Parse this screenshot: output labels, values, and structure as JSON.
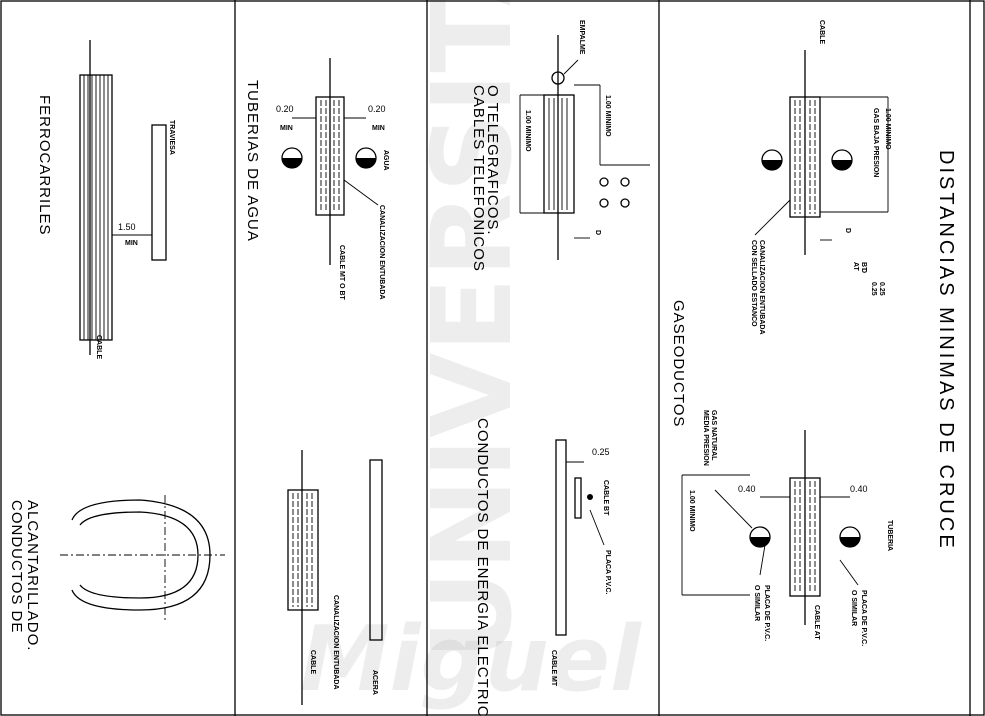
{
  "title": "DISTANCIAS MINIMAS DE CRUCE",
  "watermark": {
    "line1": "UNIVERSITAS",
    "line2": "Miguel"
  },
  "panels": {
    "ferrocarriles": {
      "label": "FERROCARRILES",
      "traviesa": "TRAVIESA",
      "dist": "1.50",
      "min": "MIN",
      "cable": "CABLE"
    },
    "alcantarillado": {
      "label1": "CONDUCTOS DE",
      "label2": "ALCANTARILLADO."
    },
    "agua": {
      "label": "TUBERIAS DE AGUA",
      "dist_left": "0.20",
      "dist_right": "0.20",
      "min_left": "MIN",
      "min_right": "MIN",
      "agua": "AGUA",
      "canalizacion": "CANALIZACION ENTUBADA",
      "cable": "CABLE MT O BT"
    },
    "acera": {
      "canalizacion": "CANALIZACION ENTUBADA",
      "cable": "CABLE",
      "acera": "ACERA"
    },
    "telefonicos": {
      "label1": "CABLES TELEFONICOS",
      "label2": "O TELEGRAFICOS.",
      "empalme": "EMPALME",
      "min_dist_right": "1.00 MINIMO",
      "min_dist_left": "1.00 MINIMO",
      "d": "D"
    },
    "energia": {
      "label": "CONDUCTOS DE ENERGIA ELECTRICA",
      "dist": "0.25",
      "cable_bt": "CABLE BT",
      "placa": "PLACA P.V.C.",
      "cable_mt": "CABLE MT"
    },
    "gas": {
      "cable": "CABLE",
      "min_dist": "1.00 MINIMO",
      "gas_baja": "GAS BAJA PRESION",
      "canalizacion1": "CANALIZACION ENTUBADA",
      "canalizacion2": "CON SELLADO ESTANCO",
      "d": "D",
      "at": "AT",
      "bt": "BT",
      "at_val": "0.25",
      "bt_val": "0.25",
      "d_label": "D"
    },
    "gaseoductos": {
      "label": "GASEODUCTOS",
      "gas_natural": "GAS NATURAL",
      "media_presion": "MEDIA PRESION",
      "min_dist": "1.00 MINIMO",
      "dist_left": "0.40",
      "dist_right": "0.40",
      "tuberia": "TUBERIA",
      "placa_left_1": "PLACA DE P.V.C.",
      "placa_left_2": "O SIMILAR",
      "cable_at": "CABLE AT",
      "placa_right_1": "PLACA DE P.V.C.",
      "placa_right_2": "O SIMILAR"
    }
  }
}
